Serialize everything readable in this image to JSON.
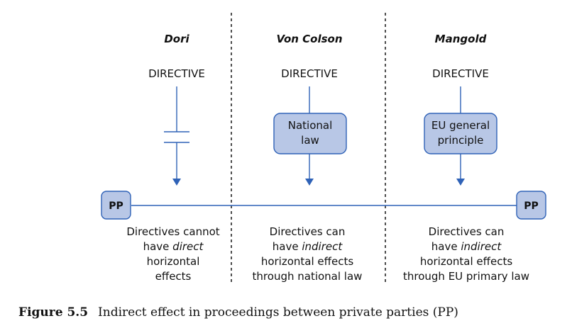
{
  "columns": [
    {
      "case": "Dori",
      "directive": "DIRECTIVE",
      "box_lines": [],
      "caption": [
        [
          {
            "t": "Directives cannot"
          }
        ],
        [
          {
            "t": "have "
          },
          {
            "t": "direct",
            "em": true
          }
        ],
        [
          {
            "t": "horizontal"
          }
        ],
        [
          {
            "t": "effects"
          }
        ]
      ]
    },
    {
      "case": "Von Colson",
      "directive": "DIRECTIVE",
      "box_lines": [
        "National",
        "law"
      ],
      "caption": [
        [
          {
            "t": "Directives can"
          }
        ],
        [
          {
            "t": "have "
          },
          {
            "t": "indirect",
            "em": true
          }
        ],
        [
          {
            "t": "horizontal effects"
          }
        ],
        [
          {
            "t": "through national law"
          }
        ]
      ]
    },
    {
      "case": "Mangold",
      "directive": "DIRECTIVE",
      "box_lines": [
        "EU general",
        "principle"
      ],
      "caption": [
        [
          {
            "t": "Directives can"
          }
        ],
        [
          {
            "t": "have "
          },
          {
            "t": "indirect",
            "em": true
          }
        ],
        [
          {
            "t": "horizontal effects"
          }
        ],
        [
          {
            "t": "through EU primary law"
          }
        ]
      ]
    }
  ],
  "pp_left": "PP",
  "pp_right": "PP",
  "figure": {
    "label": "Figure 5.5",
    "caption": "Indirect effect in proceedings between private parties (PP)"
  },
  "colors": {
    "accent": "#2f62b7",
    "box_fill": "#b8c7e6",
    "text": "#111111"
  }
}
